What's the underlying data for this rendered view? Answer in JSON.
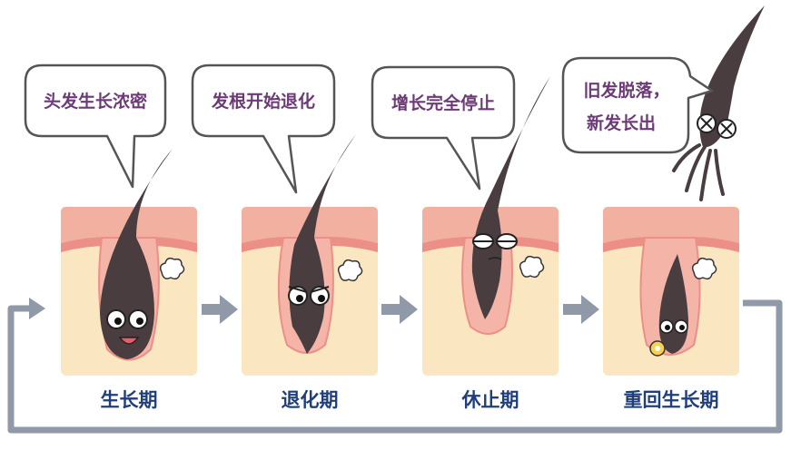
{
  "stages": [
    {
      "label": "生长期",
      "speech": [
        "头发生长浓密"
      ]
    },
    {
      "label": "退化期",
      "speech": [
        "发根开始退化"
      ]
    },
    {
      "label": "休止期",
      "speech": [
        "增长完全停止"
      ]
    },
    {
      "label": "重回生长期",
      "speech": [
        "旧发脱落，",
        "新发长出"
      ]
    }
  ],
  "colors": {
    "skin_base": "#fbe6c2",
    "skin_top": "#f2b0a0",
    "skin_stripe": "#ec8f86",
    "hair": "#4a3d3f",
    "arrow": "#8f99a8",
    "bubble_text": "#6d3a78",
    "label_text": "#1f3f7a"
  }
}
